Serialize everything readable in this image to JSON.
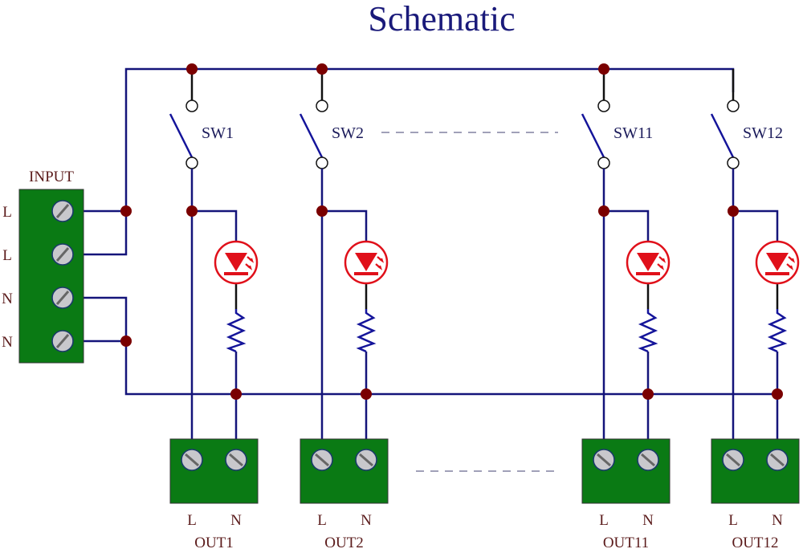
{
  "title": "Schematic",
  "input": {
    "label": "INPUT",
    "terminals": [
      "L",
      "L",
      "N",
      "N"
    ]
  },
  "channels": [
    {
      "switch": "SW1",
      "output": "OUT1",
      "terminals": [
        "L",
        "N"
      ]
    },
    {
      "switch": "SW2",
      "output": "OUT2",
      "terminals": [
        "L",
        "N"
      ]
    },
    {
      "switch": "SW11",
      "output": "OUT11",
      "terminals": [
        "L",
        "N"
      ]
    },
    {
      "switch": "SW12",
      "output": "OUT12",
      "terminals": [
        "L",
        "N"
      ]
    }
  ],
  "ellipsis_note": "channels 3-10 omitted (dashed lines)",
  "colors": {
    "wire": "#14147a",
    "junction": "#7a0000",
    "terminal_block": "#0a7a14",
    "led": "#e0101a",
    "title": "#1a1a7a",
    "labels": "#5a1a1a"
  }
}
